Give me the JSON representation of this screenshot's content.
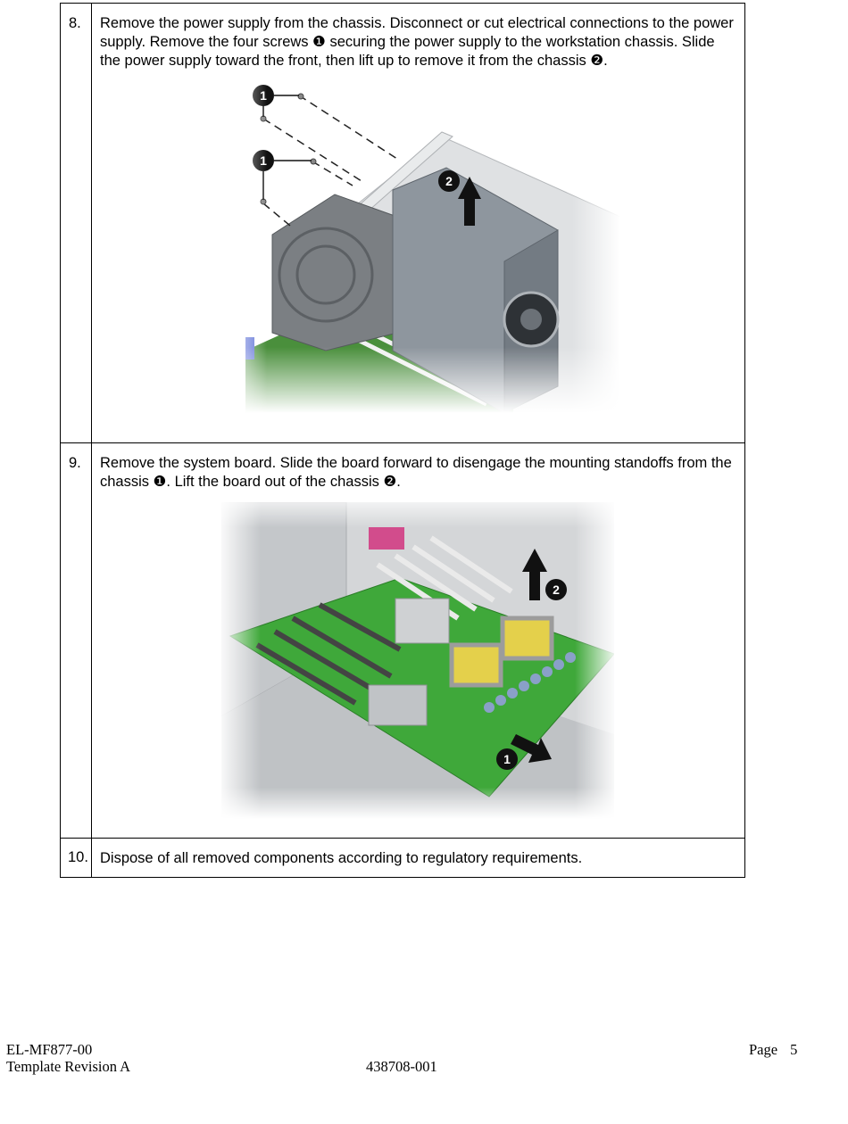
{
  "steps": [
    {
      "number": "8.",
      "text": "Remove the power supply from the chassis. Disconnect or cut electrical connections to the power supply. Remove the four screws ❶ securing the power supply to the workstation chassis. Slide the power supply toward the front, then lift up to remove it from the chassis ❷.",
      "figure": {
        "callouts": [
          "1",
          "1",
          "2"
        ],
        "icons": [
          "power-supply-removal-illustration"
        ]
      }
    },
    {
      "number": "9.",
      "text": "Remove the system board. Slide the board forward to disengage the mounting standoffs from the chassis ❶. Lift the board out of the chassis ❷.",
      "figure": {
        "callouts": [
          "2",
          "1"
        ],
        "icons": [
          "system-board-removal-illustration"
        ]
      }
    },
    {
      "number": "10.",
      "text": "Dispose of all removed components according to regulatory requirements."
    }
  ],
  "footer": {
    "doc_id": "EL-MF877-00",
    "template_revision": "Template Revision A",
    "part_number": "438708-001",
    "page_label": "Page",
    "page_number": "5"
  },
  "colors": {
    "board_green": "#3fa83a",
    "chassis_gray": "#c9ccd0",
    "psu_gray": "#8e969e",
    "callout_black": "#111111"
  }
}
